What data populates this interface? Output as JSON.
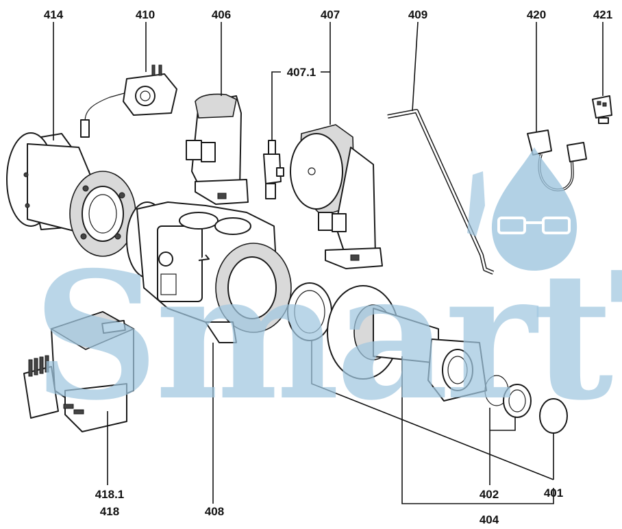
{
  "diagram": {
    "callouts": [
      {
        "id": "c414",
        "label": "414"
      },
      {
        "id": "c410",
        "label": "410"
      },
      {
        "id": "c406",
        "label": "406"
      },
      {
        "id": "c407",
        "label": "407"
      },
      {
        "id": "c4071",
        "label": "407.1"
      },
      {
        "id": "c409",
        "label": "409"
      },
      {
        "id": "c420",
        "label": "420"
      },
      {
        "id": "c421",
        "label": "421"
      },
      {
        "id": "c4181",
        "label": "418.1"
      },
      {
        "id": "c418",
        "label": "418"
      },
      {
        "id": "c408",
        "label": "408"
      },
      {
        "id": "c402",
        "label": "402"
      },
      {
        "id": "c401",
        "label": "401"
      },
      {
        "id": "c404",
        "label": "404"
      }
    ]
  },
  "watermark": {
    "text": "SmartTlam",
    "color": "#9fc6df",
    "icon": "water-drop-glasses-icon"
  },
  "colors": {
    "ink": "#1a1a1a",
    "watermark": "#9fc6df"
  }
}
